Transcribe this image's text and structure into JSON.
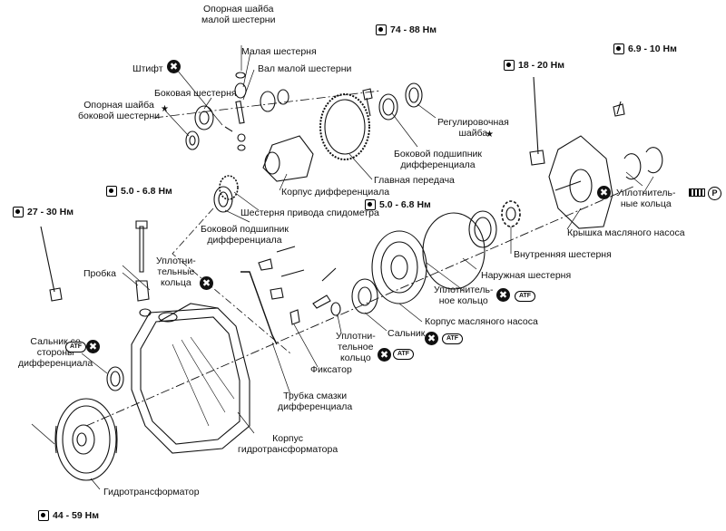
{
  "torque": {
    "t1": "74 - 88 Нм",
    "t2": "18 - 20 Нм",
    "t3": "6.9 - 10 Нм",
    "t4": "5.0 - 6.8 Нм",
    "t5": "5.0 - 6.8 Нм",
    "t6": "27 - 30 Нм",
    "t7": "44 - 59 Нм"
  },
  "labels": {
    "pinion_washer": "Опорная шайба\nмалой шестерни",
    "pinion_gear": "Малая шестерня",
    "pinion_shaft": "Вал малой шестерни",
    "pin": "Штифт",
    "side_gear": "Боковая шестерня",
    "side_washer": "Опорная шайба\nбоковой шестерни",
    "adj_shim": "Регулировочная\nшайба",
    "side_bearing_r": "Боковой подшипник\nдифференциала",
    "final_gear": "Главная передача",
    "diff_case": "Корпус дифференциала",
    "speedo_gear": "Шестерня привода спидометра",
    "side_bearing_l": "Боковой подшипник\nдифференциала",
    "seal_rings_r": "Уплотнитель-\nные кольца",
    "pump_cover": "Крышка масляного насоса",
    "inner_gear": "Внутренняя шестерня",
    "outer_gear": "Наружная шестерня",
    "oring": "Уплотнитель-\nное кольцо",
    "pump_housing": "Корпус  масляного насоса",
    "plug": "Пробка",
    "seal_rings_l": "Уплотни-\nтельные\nкольца",
    "side_seal": "Сальник со\nстороны\nдифференциала",
    "oil_seal": "Сальник",
    "seal_ring_c": "Уплотни-\nтельное\nкольцо",
    "retainer": "Фиксатор",
    "lube_tube": "Трубка смазки\nдифференциала",
    "conv_housing": "Корпус\nгидротрансформатора",
    "converter": "Гидротрансформатор"
  },
  "symbols": {
    "atf": "ATF",
    "star": "★",
    "x": "✖",
    "p": "P"
  }
}
